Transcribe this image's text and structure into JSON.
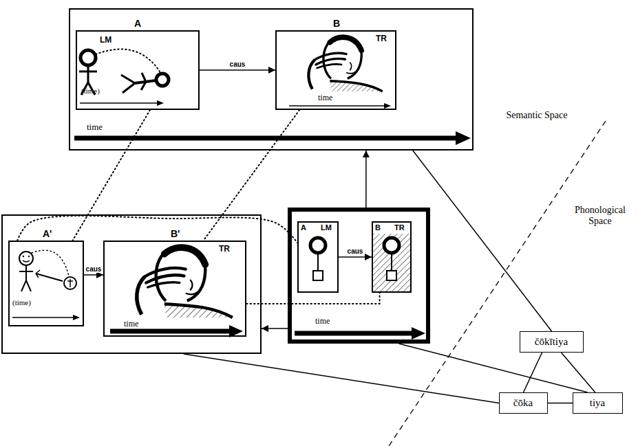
{
  "diagram": {
    "nodes": [
      {
        "text": [
          "time"
        ]
      },
      {
        "text": [
          "A",
          "LM",
          "(time)"
        ],
        "in": 0
      },
      {
        "text": [
          "B",
          "TR",
          "time"
        ],
        "in": 0
      },
      {},
      {
        "text": [
          "A'",
          "(time)"
        ],
        "in": 3
      },
      {
        "text": [
          "B'",
          "TR",
          "time"
        ],
        "in": 3
      },
      {
        "text": [
          "time"
        ]
      },
      {
        "text": [
          "A",
          "LM"
        ],
        "in": 6
      },
      {
        "text": [
          "B",
          "TR"
        ],
        "in": 6
      },
      {
        "text": [
          "čōkītiya"
        ]
      },
      {
        "text": [
          "čōka"
        ]
      },
      {
        "text": [
          "tiya"
        ]
      }
    ],
    "edges": [
      {
        "from": 1,
        "to": 2,
        "arrow": "to",
        "label": "caus"
      },
      {
        "from": 4,
        "to": 5,
        "arrow": "to",
        "label": "caus"
      },
      {
        "from": 7,
        "to": 8,
        "arrow": "to",
        "label": "caus"
      },
      {
        "from": 6,
        "to": 0,
        "arrow": "to"
      },
      {
        "from": 6,
        "to": 3,
        "arrow": "to"
      },
      {
        "from": 0,
        "to": 9,
        "arrow": "none"
      },
      {
        "from": 3,
        "to": 10,
        "arrow": "none"
      },
      {
        "from": 6,
        "to": 11,
        "arrow": "none"
      },
      {
        "from": 9,
        "to": 10,
        "arrow": "none"
      },
      {
        "from": 9,
        "to": 11,
        "arrow": "none"
      },
      {
        "from": 10,
        "to": 11,
        "arrow": "none"
      },
      {
        "from": 1,
        "to": 4,
        "arrow": "none"
      },
      {
        "from": 2,
        "to": 5,
        "arrow": "none"
      },
      {
        "from": 4,
        "to": 7,
        "arrow": "none"
      },
      {
        "from": 5,
        "to": 8,
        "arrow": "none"
      }
    ],
    "labels": [
      "Semantic Space",
      "Phonological Space"
    ]
  }
}
